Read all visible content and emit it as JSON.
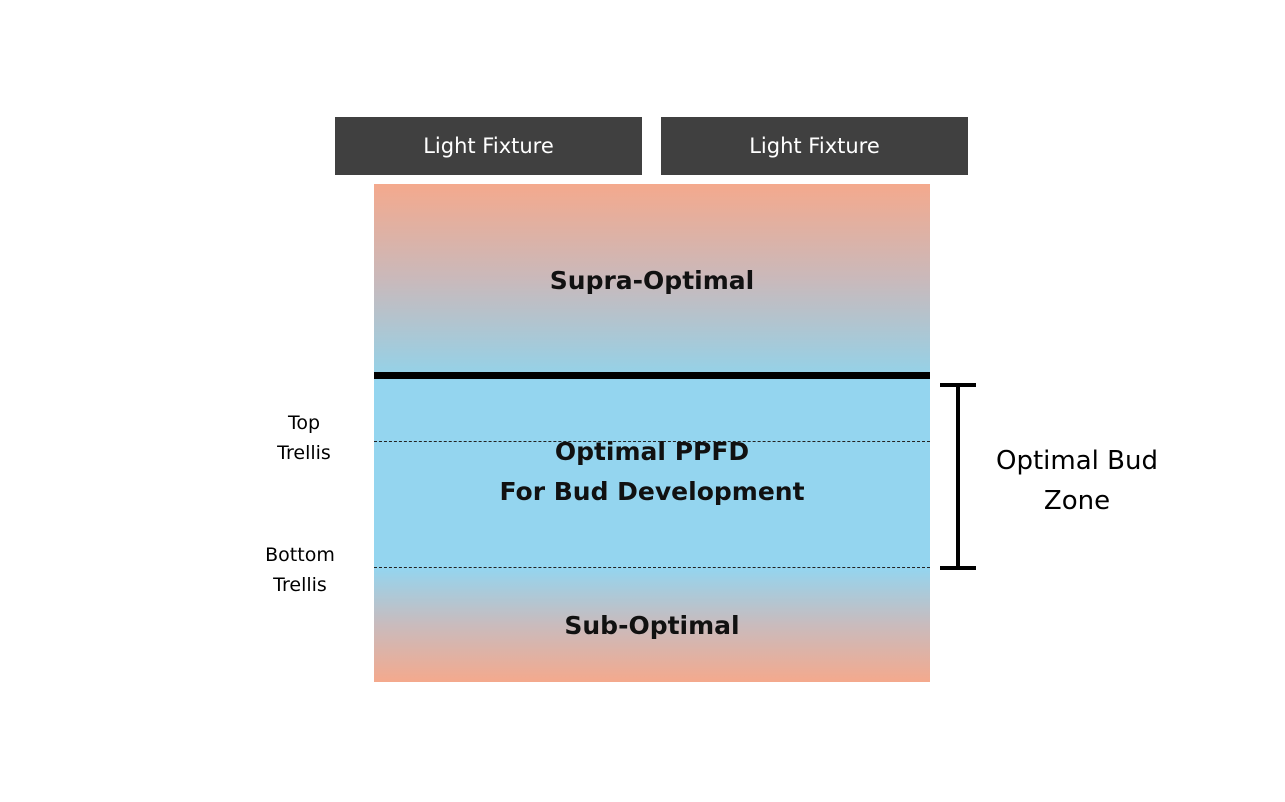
{
  "fixtures": [
    {
      "label": "Light Fixture"
    },
    {
      "label": "Light Fixture"
    }
  ],
  "zones": {
    "supra": {
      "label": "Supra-Optimal"
    },
    "optimal": {
      "line1": "Optimal PPFD",
      "line2": "For Bud Development"
    },
    "sub": {
      "label": "Sub-Optimal"
    }
  },
  "trellis": {
    "top": {
      "line1": "Top",
      "line2": "Trellis"
    },
    "bottom": {
      "line1": "Bottom",
      "line2": "Trellis"
    }
  },
  "bud_zone": {
    "line1": "Optimal Bud",
    "line2": "Zone"
  },
  "colors": {
    "fixture": "#404040",
    "warm": "#f4a98d",
    "cool": "#94d5ef"
  }
}
